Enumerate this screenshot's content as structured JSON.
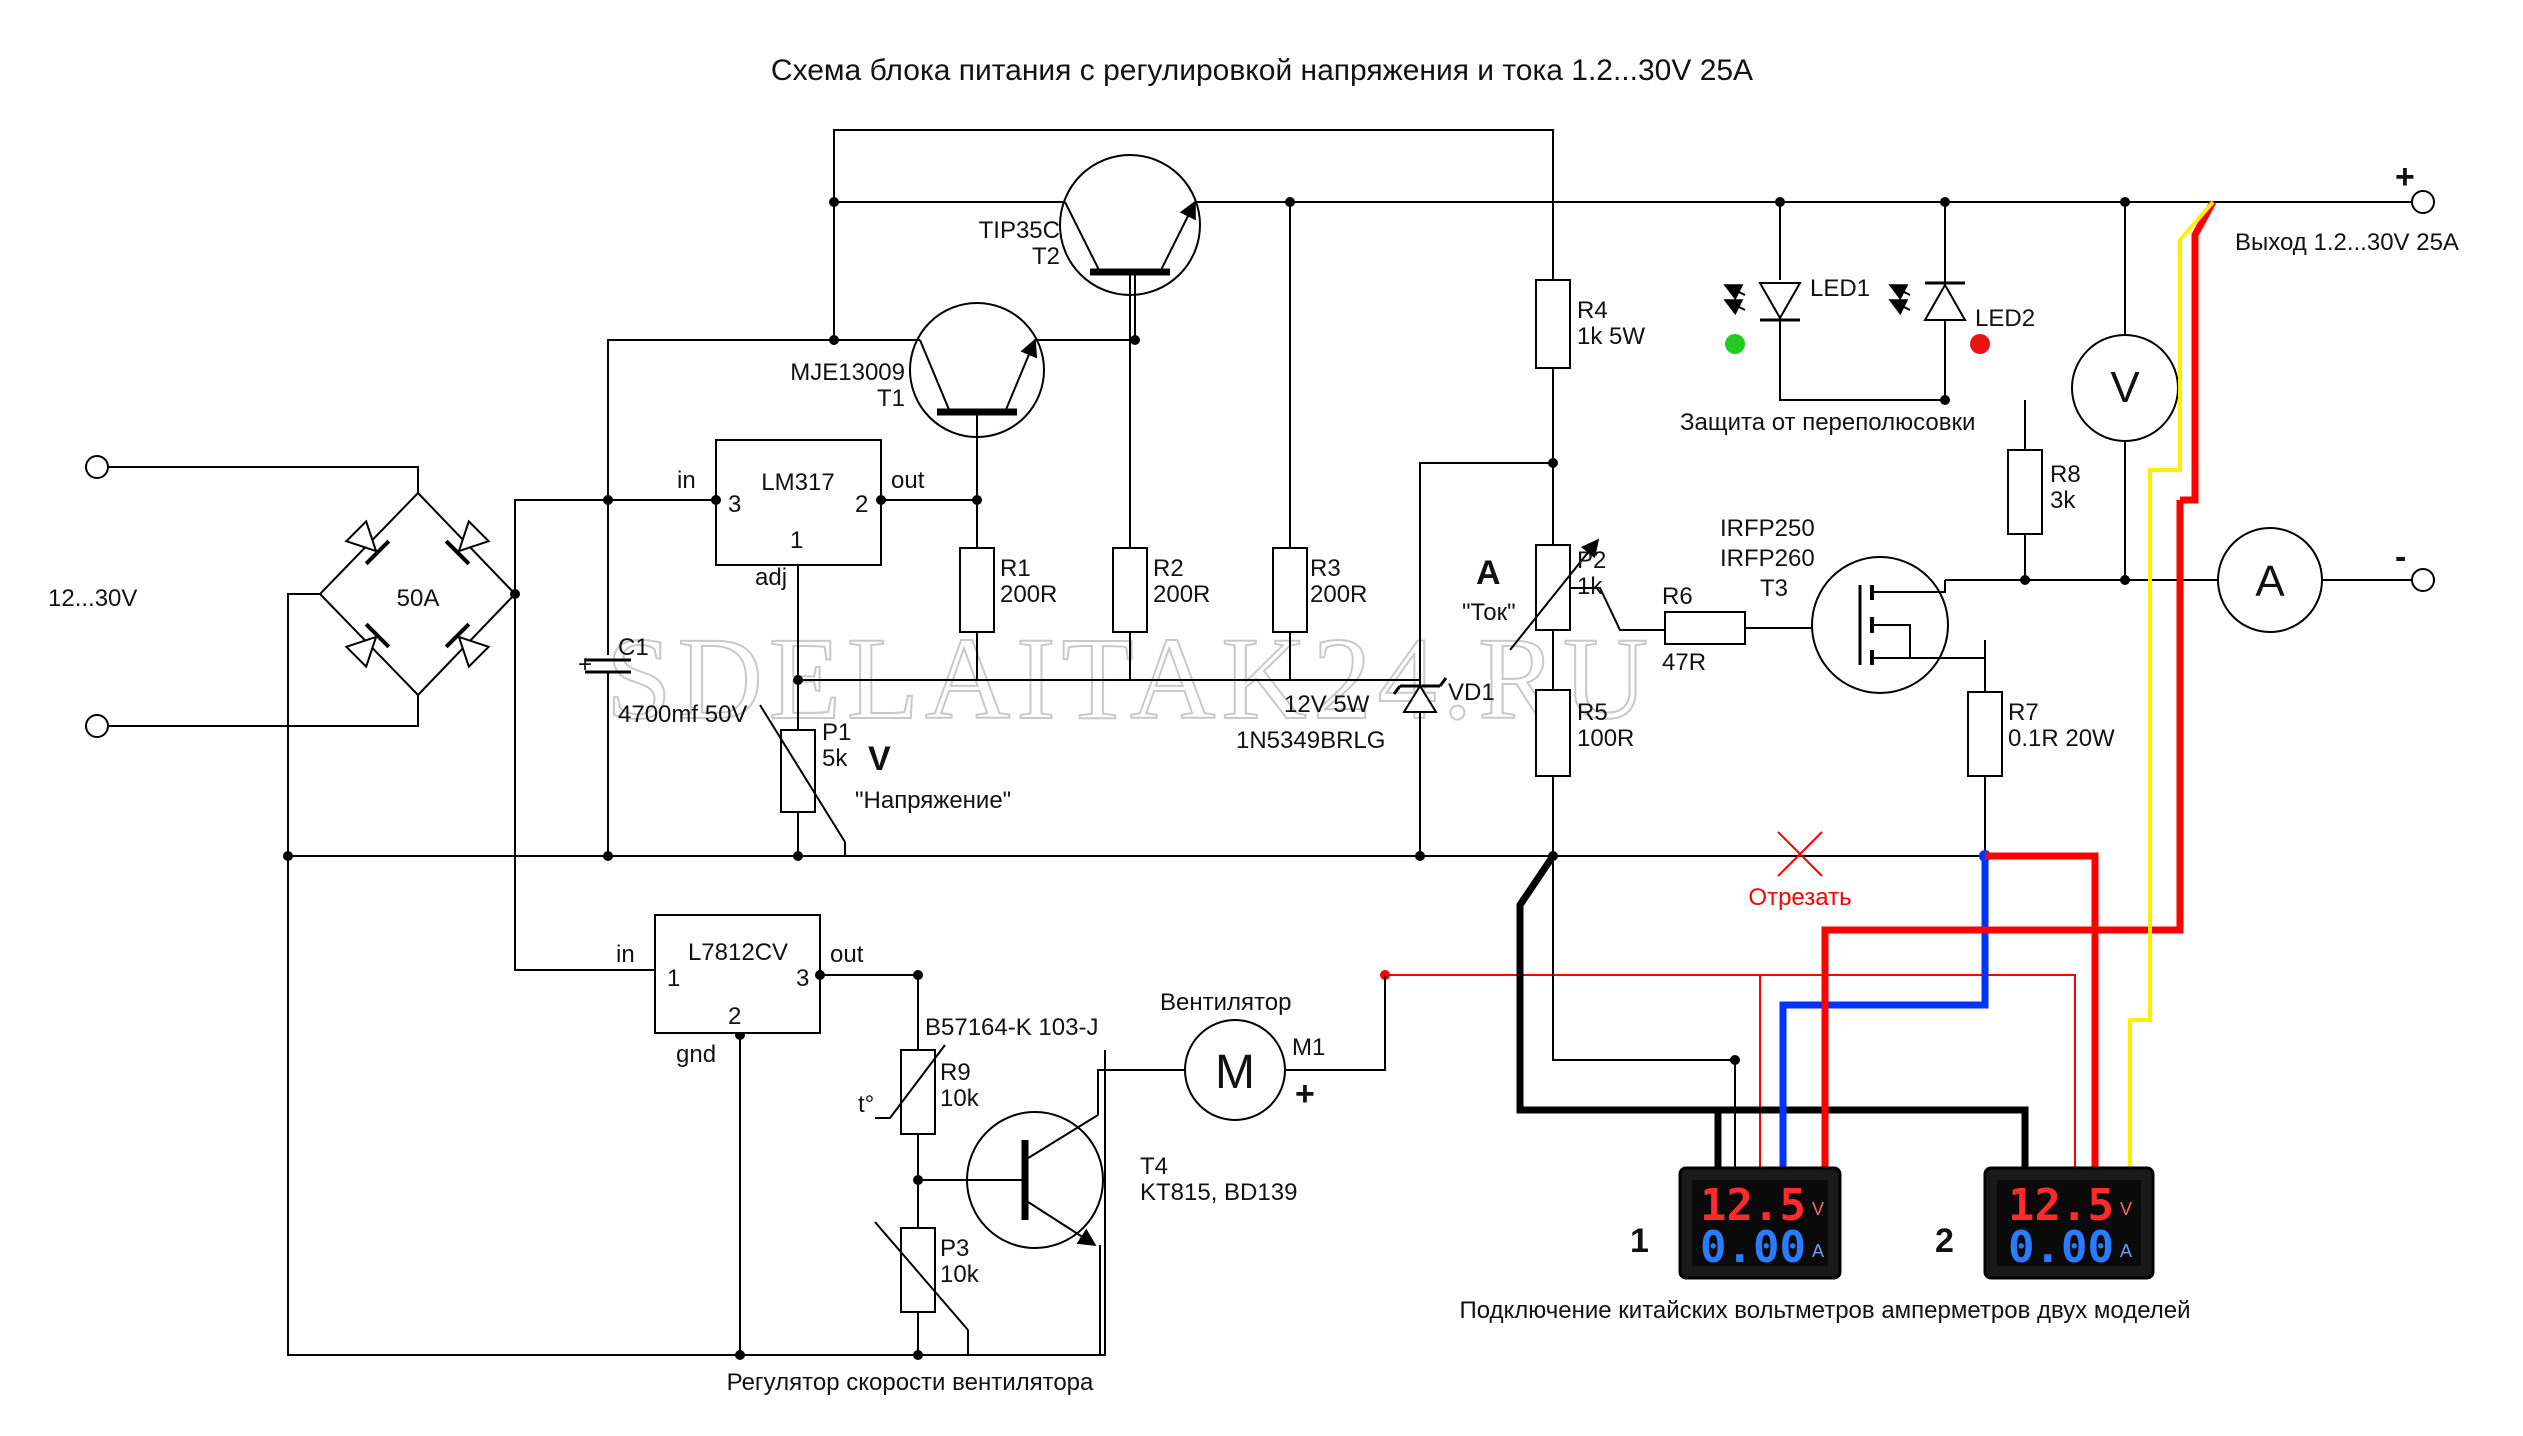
{
  "title": "Схема блока питания с регулировкой напряжения и тока 1.2...30V 25A",
  "watermark": "SDELAITAK24.RU",
  "input": {
    "label": "12...30V"
  },
  "output": {
    "label": "Выход 1.2...30V 25A",
    "plus": "+",
    "minus": "-"
  },
  "bridge": {
    "label": "50A"
  },
  "components": {
    "t2": {
      "name": "TIP35C",
      "ref": "T2"
    },
    "t1": {
      "name": "MJE13009",
      "ref": "T1"
    },
    "lm317": {
      "name": "LM317",
      "in_label": "in",
      "out_label": "out",
      "adj_label": "adj",
      "pin_in": "3",
      "pin_out": "2",
      "pin_adj": "1"
    },
    "c1": {
      "ref": "C1",
      "value": "4700mf 50V",
      "polarity": "+"
    },
    "r1": {
      "ref": "R1",
      "value": "200R"
    },
    "r2": {
      "ref": "R2",
      "value": "200R"
    },
    "r3": {
      "ref": "R3",
      "value": "200R"
    },
    "r4": {
      "ref": "R4",
      "value": "1k 5W"
    },
    "p1": {
      "ref": "P1",
      "value": "5k",
      "mark": "V",
      "caption": "\"Напряжение\""
    },
    "p2": {
      "ref": "P2",
      "value": "1k",
      "mark": "A",
      "caption": "\"Ток\""
    },
    "vd1": {
      "ref": "VD1",
      "value": "12V 5W",
      "part": "1N5349BRLG"
    },
    "r5": {
      "ref": "R5",
      "value": "100R"
    },
    "r6": {
      "ref": "R6",
      "value": "47R"
    },
    "r7": {
      "ref": "R7",
      "value": "0.1R 20W"
    },
    "r8": {
      "ref": "R8",
      "value": "3k"
    },
    "t3": {
      "name1": "IRFP250",
      "name2": "IRFP260",
      "ref": "T3"
    },
    "led1": {
      "ref": "LED1"
    },
    "led2": {
      "ref": "LED2"
    },
    "protection": "Защита от переполюсовки",
    "voltmeter": {
      "symbol": "V"
    },
    "ammeter": {
      "symbol": "A"
    },
    "l7812": {
      "name": "L7812CV",
      "in_label": "in",
      "out_label": "out",
      "gnd_label": "gnd",
      "pin_in": "1",
      "pin_gnd": "2",
      "pin_out": "3"
    },
    "r9": {
      "part": "B57164-K 103-J",
      "ref": "R9",
      "value": "10k",
      "temp": "t°"
    },
    "p3": {
      "ref": "P3",
      "value": "10k"
    },
    "t4": {
      "ref": "T4",
      "value": "KT815, BD139"
    },
    "m1": {
      "caption": "Вентилятор",
      "ref": "M1",
      "symbol": "M",
      "plus": "+"
    }
  },
  "cut_label": "Отрезать",
  "meters": {
    "caption": "Подключение китайских вольтметров амперметров двух моделей",
    "items": [
      {
        "num": "1",
        "top": "12.5",
        "bottom": "0.00",
        "top_unit": "V",
        "bottom_unit": "A"
      },
      {
        "num": "2",
        "top": "12.5",
        "bottom": "0.00",
        "top_unit": "V",
        "bottom_unit": "A"
      }
    ]
  },
  "fan_regulator": "Регулятор скорости вентилятора",
  "colors": {
    "red": "#ff0000",
    "blue": "#0033ff",
    "yellow": "#ffff00",
    "green": "#22cc22",
    "black": "#000000"
  }
}
